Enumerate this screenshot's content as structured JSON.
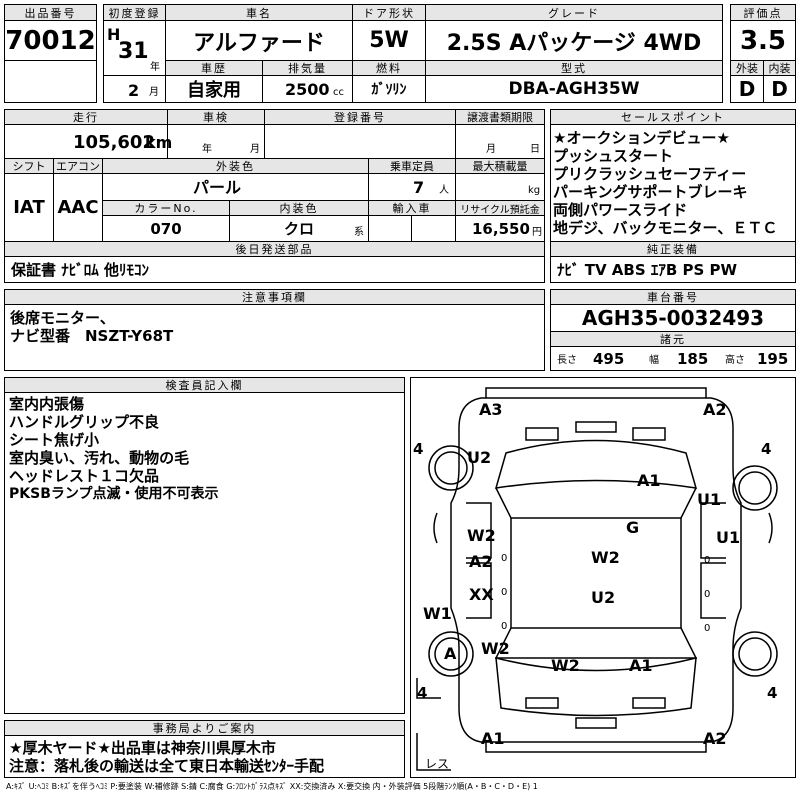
{
  "header": {
    "lot_label": "出品番号",
    "lot": "70012",
    "reg_label": "初度登録",
    "era": "H",
    "year": "31",
    "year_unit": "年",
    "month": "2",
    "month_unit": "月",
    "name_label": "車名",
    "name": "アルファード",
    "door_label": "ドア形状",
    "door": "5W",
    "grade_label": "グレード",
    "grade": "2.5S Aパッケージ 4WD",
    "score_label": "評価点",
    "score": "3.5",
    "history_label": "車歴",
    "history": "自家用",
    "disp_label": "排気量",
    "disp": "2500",
    "disp_unit": "cc",
    "fuel_label": "燃料",
    "fuel": "ｶﾞｿﾘﾝ",
    "model_label": "型式",
    "model": "DBA-AGH35W",
    "ext_label": "外装",
    "ext": "D",
    "int_label": "内装",
    "int": "D"
  },
  "row2": {
    "mileage_label": "走行",
    "mileage": "105,602",
    "mileage_unit": "km",
    "inspect_label": "車検",
    "inspect_y": "年",
    "inspect_m": "月",
    "regno_label": "登録番号",
    "transfer_label": "譲渡書類期限",
    "transfer_m": "月",
    "transfer_d": "日",
    "shift_label": "シフト",
    "shift": "IAT",
    "ac_label": "エアコン",
    "ac": "AAC",
    "color_label": "外装色",
    "color": "パール",
    "seats_label": "乗車定員",
    "seats": "7",
    "seats_unit": "人",
    "load_label": "最大積載量",
    "load_unit": "kg",
    "colorno_label": "カラーNo.",
    "colorno": "070",
    "intcolor_label": "内装色",
    "intcolor": "クロ",
    "intcolor_unit": "系",
    "import_label": "輸入車",
    "recycle_label": "リサイクル預託金",
    "recycle": "16,550",
    "recycle_unit": "円"
  },
  "sales": {
    "label": "セールスポイント",
    "lines": [
      "★オークションデビュー★",
      "プッシュスタート",
      "プリクラッシュセーフティー",
      "パーキングサポートブレーキ",
      "両側パワースライド",
      "地デジ、バックモニター、ＥＴＣ"
    ]
  },
  "later_parts": {
    "label": "後日発送部品",
    "value": "保証書 ﾅﾋﾞﾛﾑ 他ﾘﾓｺﾝ"
  },
  "equipment": {
    "label": "純正装備",
    "value": "ﾅﾋﾞ TV ABS ｴｱB PS PW"
  },
  "notes": {
    "label": "注意事項欄",
    "lines": [
      "後席モニター、",
      "ナビ型番　NSZT-Y68T"
    ]
  },
  "chassis": {
    "label": "車台番号",
    "value": "AGH35-0032493",
    "spec_label": "諸元",
    "len_label": "長さ",
    "len": "495",
    "wid_label": "幅",
    "wid": "185",
    "hei_label": "高さ",
    "hei": "195"
  },
  "inspector": {
    "label": "検査員記入欄",
    "lines": [
      "室内内張傷",
      "ハンドルグリップ不良",
      "シート焦げ小",
      "室内臭い、汚れ、動物の毛",
      "ヘッドレスト１コ欠品",
      "PKSBランプ点滅・使用不可表示"
    ]
  },
  "office": {
    "label": "事務局よりご案内",
    "lines": [
      "★厚木ヤード★出品車は神奈川県厚木市",
      "注意：落札後の輸送は全て東日本輸送ｾﾝﾀｰ手配"
    ]
  },
  "diagram": {
    "marks": [
      "A3",
      "A2",
      "U2",
      "A1",
      "U1",
      "G",
      "W2",
      "U1",
      "A2",
      "W2",
      "XX",
      "U2",
      "W1",
      "A",
      "W2",
      "W2",
      "A1",
      "A1",
      "A2"
    ],
    "tires": [
      "4",
      "4",
      "4",
      "4"
    ],
    "zeros": [
      "0",
      "0",
      "0",
      "0",
      "0",
      "0"
    ],
    "res": "レス"
  },
  "legend": "A:ｷｽﾞ U:ﾍｺﾐ B:ｷｽﾞを伴うﾍｺﾐ P:要塗装 W:補修跡 S:錆 C:腐食 G:ﾌﾛﾝﾄｶﾞﾗｽ点ｷｽﾞ XX:交換済み X:要交換 内・外装評価 5段階ﾗﾝｸ順(A・B・C・D・E) 1"
}
